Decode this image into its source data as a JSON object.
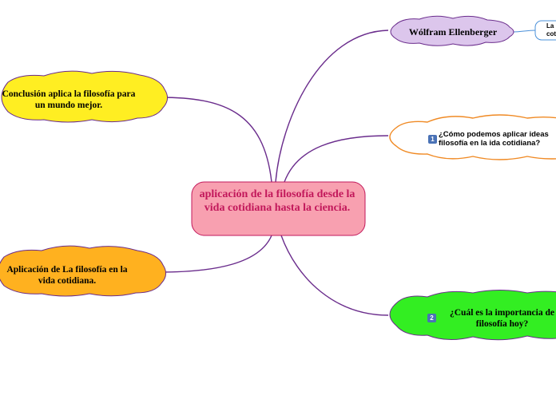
{
  "central": {
    "text": "aplicación de la filosofía desde la vida cotidiana hasta la ciencia."
  },
  "nodes": {
    "wolfram": {
      "text": "Wólfram Ellenberger"
    },
    "wolfram_child": {
      "line1": "La",
      "line2": "coti"
    },
    "como_aplicar": {
      "text": "¿Cómo podemos aplicar ideas filosofía en la ida cotidiana?",
      "icon": "number-1-icon",
      "icon_text": "1"
    },
    "importancia": {
      "text": "¿Cuál es la importancia de filosofía hoy?",
      "icon": "number-2-icon",
      "icon_text": "2"
    },
    "conclusion": {
      "text": "Conclusión aplica la filosofía para un mundo mejor."
    },
    "aplicacion": {
      "text": "Aplicación de La filosofía en la vida cotidiana."
    }
  },
  "colors": {
    "central_fill": "#f8a0b0",
    "central_text": "#c2185b",
    "connector": "#6a2c8c",
    "wolfram_fill": "#dcc6ec",
    "como_border": "#f08a24",
    "importancia_fill": "#33ee22",
    "conclusion_fill": "#ffee22",
    "aplicacion_fill": "#ffb11f",
    "child_border": "#4a90d9"
  }
}
